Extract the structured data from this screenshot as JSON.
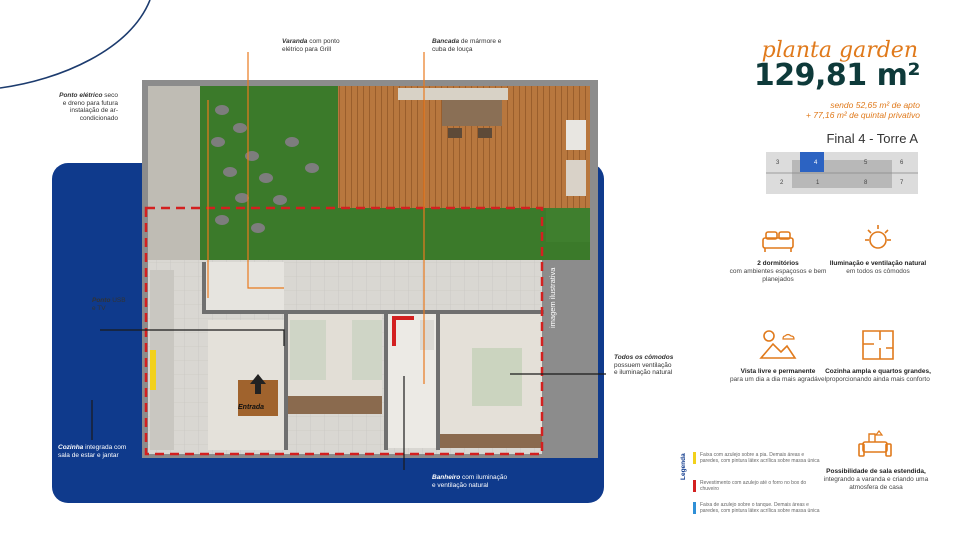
{
  "header": {
    "script_title": "planta garden",
    "area": "129,81 m²",
    "subtitle_line1": "sendo 52,65 m² de apto",
    "subtitle_line2": "+ 77,16 m² de quintal privativo",
    "unit": "Final 4 - Torre A"
  },
  "keyplan": {
    "top_row": [
      "3",
      "4",
      "5",
      "6"
    ],
    "bottom_row": [
      "2",
      "1",
      "8",
      "7"
    ],
    "highlighted": "4"
  },
  "callouts": {
    "varanda_title": "Varanda",
    "varanda_text": "com ponto elétrico para Grill",
    "bancada_title": "Bancada",
    "bancada_text": "de mármore e cuba de louça",
    "ponto_eletrico_title": "Ponto elétrico",
    "ponto_eletrico_text": "seco e dreno para futura instalação de ar-condicionado",
    "ponto_usb_title": "Ponto",
    "ponto_usb_text": "USB e TV",
    "todos_title": "Todos os cômodos",
    "todos_text": "possuem ventilação e iluminação natural",
    "cozinha_title": "Cozinha",
    "cozinha_text": "integrada com sala de estar e jantar",
    "banheiro_title": "Banheiro",
    "banheiro_text": "com iluminação e ventilação natural",
    "entrada": "Entrada",
    "imagem_ilustrativa": "imagem ilustrativa"
  },
  "features": [
    {
      "icon": "bed-icon",
      "title": "2 dormitórios",
      "text": "com ambientes espaçosos e bem planejados"
    },
    {
      "icon": "sun-icon",
      "title": "Iluminação e ventilação natural",
      "text": "em todos os cômodos"
    },
    {
      "icon": "landscape-icon",
      "title": "Vista livre e permanente",
      "text": "para um dia a dia mais agradável"
    },
    {
      "icon": "floorplan-icon",
      "title": "Cozinha ampla e quartos grandes,",
      "text": "proporcionando ainda mais conforto"
    },
    {
      "icon": "sofa-icon",
      "title": "Possibilidade de sala estendida,",
      "text": "integrando a varanda e criando uma atmosfera de casa"
    }
  ],
  "legend": {
    "title": "Legenda",
    "items": [
      {
        "color": "#f2d11b",
        "text": "Faixa com azulejo sobre a pia. Demais áreas e paredes, com pintura látex acrílica sobre massa única"
      },
      {
        "color": "#d32020",
        "text": "Revestimento com azulejo até o forro no box do chuveiro"
      },
      {
        "color": "#2f8fd6",
        "text": "Faixa de azulejo sobre o tanque. Demais áreas e paredes, com pintura látex acrílica sobre massa única"
      }
    ]
  },
  "colors": {
    "accent_orange": "#e07a1c",
    "dark_teal": "#0e3a3a",
    "navy": "#0f3a8c",
    "deck_wood": "#b8773e",
    "lawn": "#3b7a2a"
  }
}
